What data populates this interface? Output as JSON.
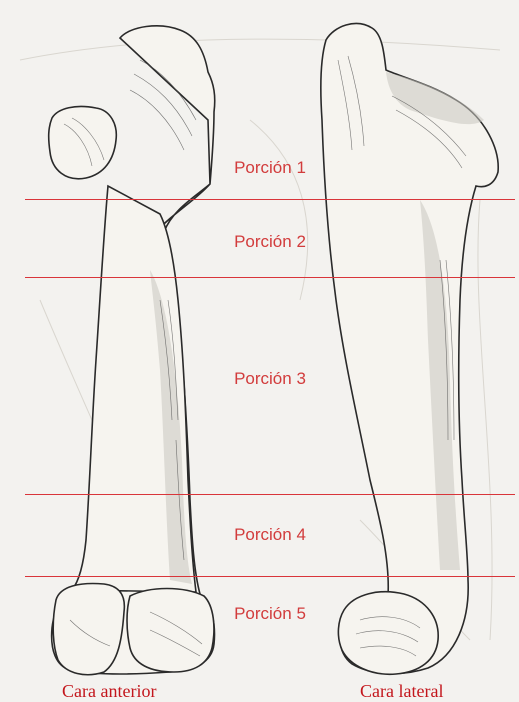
{
  "portions": [
    {
      "label": "Porción 1"
    },
    {
      "label": "Porción 2"
    },
    {
      "label": "Porción 3"
    },
    {
      "label": "Porción 4"
    },
    {
      "label": "Porción 5"
    }
  ],
  "captions": {
    "anterior": "Cara anterior",
    "lateral": "Cara lateral"
  },
  "colors": {
    "divider_line": "#d9353a",
    "portion_label": "#d23c3c",
    "caption": "#c3161c"
  }
}
